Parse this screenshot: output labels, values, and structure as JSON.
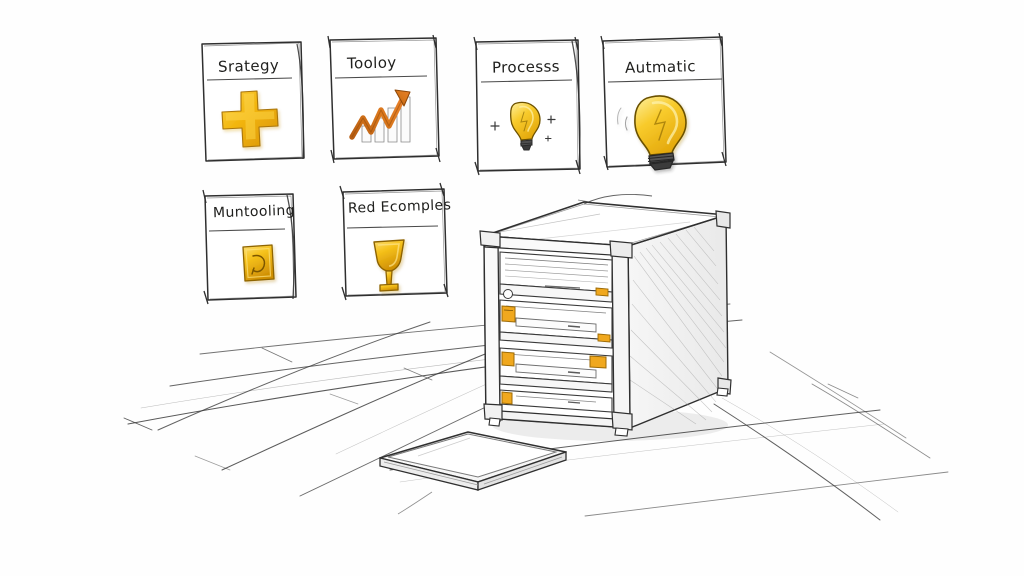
{
  "scene": {
    "title": "Hand-drawn whiteboard sketch of server rack and concept cards",
    "background_color": "#fefefe",
    "ink_color": "#2b2b2b",
    "accent_gold": "#f0b000",
    "accent_orange": "#d4700f",
    "accent_yellow_light": "#fcd34a"
  },
  "cards": [
    {
      "id": "strategy",
      "label": "Srategy",
      "icon": "plus-cross-icon",
      "icon_color": "#f0b400",
      "row": 1,
      "column": 1
    },
    {
      "id": "toolbox",
      "label": "Tooloy",
      "icon": "growth-chart-arrow-icon",
      "icon_color": "#c9661a",
      "row": 1,
      "column": 2
    },
    {
      "id": "process",
      "label": "Processs",
      "icon": "lightbulb-small-icon",
      "icon_color": "#f2c229",
      "row": 1,
      "column": 3
    },
    {
      "id": "automatic",
      "label": "Autmatic",
      "icon": "lightbulb-large-icon",
      "icon_color": "#f5bc15",
      "row": 1,
      "column": 4
    },
    {
      "id": "monitoring",
      "label": "Muntooling",
      "icon": "badge-square-icon",
      "icon_color": "#eeab10",
      "row": 2,
      "column": 1
    },
    {
      "id": "real-examples",
      "label": "Red Ecomples",
      "icon": "trophy-cup-icon",
      "icon_color": "#f3bd14",
      "row": 2,
      "column": 2
    }
  ],
  "illustration": {
    "name": "server-rack-container",
    "description": "Isometric sketched shipping-container style server rack",
    "shelf_count": 4,
    "accent_marker_color": "#f0a81e",
    "floor": {
      "name": "perspective-floor-grid",
      "line_color": "#3a3a3a"
    },
    "floor_panel": {
      "name": "floor-panel-tray",
      "description": "Flat rectangular tray lying on the floor in front of the rack"
    }
  }
}
